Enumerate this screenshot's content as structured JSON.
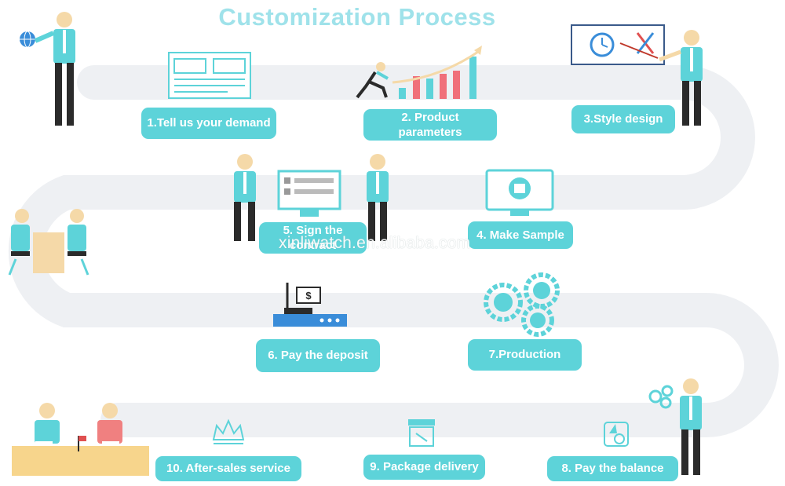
{
  "title": "Customization Process",
  "steps": [
    {
      "label": "1.Tell us your demand"
    },
    {
      "label": "2. Product parameters"
    },
    {
      "label": "3.Style design"
    },
    {
      "label": "4. Make Sample"
    },
    {
      "label": "5. Sign the contract"
    },
    {
      "label": "6.  Pay the deposit"
    },
    {
      "label": "7.Production"
    },
    {
      "label": "8. Pay the balance"
    },
    {
      "label": "9. Package delivery"
    },
    {
      "label": "10. After-sales service"
    }
  ],
  "watermark": "xinliwatch.en.alibaba.com",
  "colors": {
    "accent": "#5dd3d9",
    "road": "#eef0f3",
    "title": "#9fe2ea",
    "dark": "#2b2b2b",
    "skin": "#f5d9a8"
  }
}
